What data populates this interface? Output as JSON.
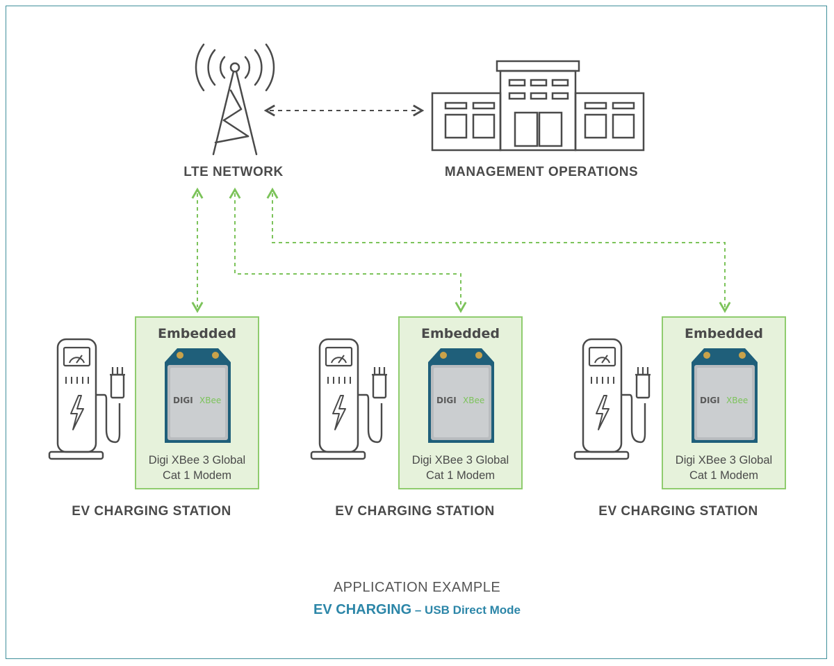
{
  "network": {
    "label": "LTE NETWORK",
    "icon": "cell-tower-icon"
  },
  "operations": {
    "label": "MANAGEMENT OPERATIONS",
    "icon": "office-building-icon"
  },
  "stations": [
    {
      "label": "EV CHARGING STATION",
      "embedded_title": "Embedded",
      "modem_line1": "Digi XBee 3 Global",
      "modem_line2": "Cat 1 Modem",
      "modem_brand": "DIGI",
      "modem_product": "XBee"
    },
    {
      "label": "EV CHARGING STATION",
      "embedded_title": "Embedded",
      "modem_line1": "Digi XBee 3 Global",
      "modem_line2": "Cat 1 Modem",
      "modem_brand": "DIGI",
      "modem_product": "XBee"
    },
    {
      "label": "EV CHARGING STATION",
      "embedded_title": "Embedded",
      "modem_line1": "Digi XBee 3 Global",
      "modem_line2": "Cat 1 Modem",
      "modem_brand": "DIGI",
      "modem_product": "XBee"
    }
  ],
  "footer": {
    "line1": "APPLICATION EXAMPLE",
    "line2_strong": "EV CHARGING",
    "line2_rest": " – USB Direct Mode"
  },
  "colors": {
    "frame": "#3f8f9a",
    "icon_stroke": "#4a4a4a",
    "link_green": "#7cc35a",
    "box_border": "#8fcc6e",
    "box_fill": "#e6f2db",
    "footer_accent": "#2c86a8"
  }
}
